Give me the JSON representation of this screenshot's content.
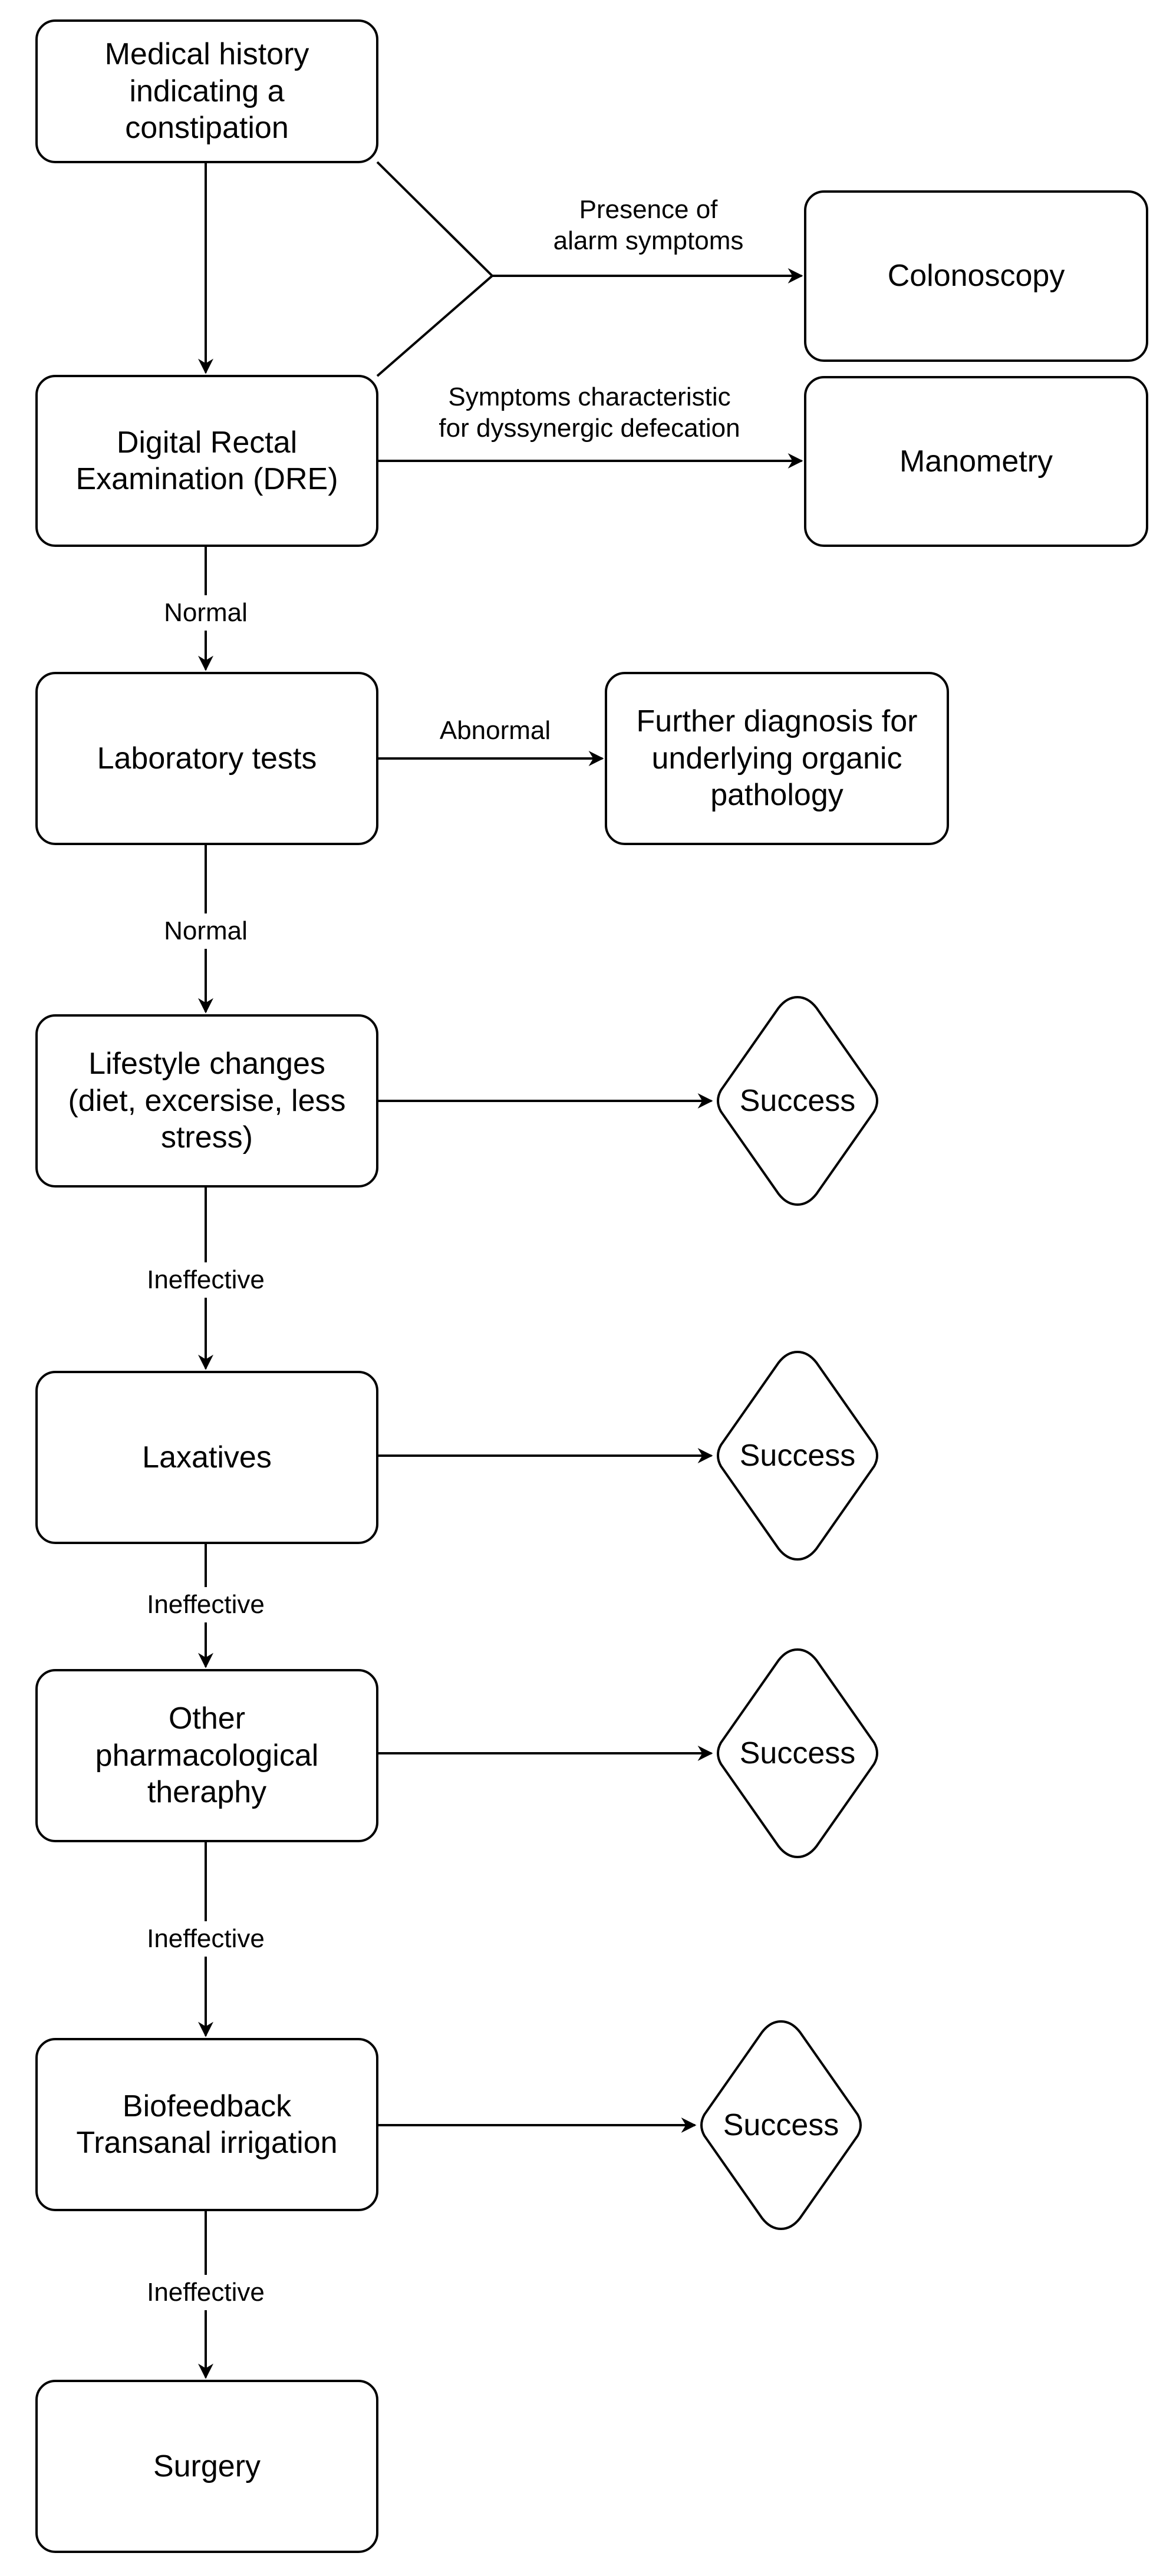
{
  "nodes": {
    "medical_history": "Medical history\nindicating a\nconstipation",
    "colonoscopy": "Colonoscopy",
    "dre": "Digital Rectal\nExamination (DRE)",
    "manometry": "Manometry",
    "lab_tests": "Laboratory tests",
    "further_diagnosis": "Further diagnosis for\nunderlying organic\npathology",
    "lifestyle": "Lifestyle changes\n(diet, excersise, less\nstress)",
    "laxatives": "Laxatives",
    "other_pharma": "Other\npharmacological\ntheraphy",
    "biofeedback": "Biofeedback\nTransanal irrigation",
    "surgery": "Surgery",
    "success_1": "Success",
    "success_2": "Success",
    "success_3": "Success",
    "success_4": "Success"
  },
  "edges": {
    "alarm": "Presence of\nalarm symptoms",
    "dyssynergic": "Symptoms characteristic\nfor dyssynergic defecation",
    "normal_1": "Normal",
    "abnormal": "Abnormal",
    "normal_2": "Normal",
    "ineffective_1": "Ineffective",
    "ineffective_2": "Ineffective",
    "ineffective_3": "Ineffective",
    "ineffective_4": "Ineffective"
  },
  "colors": {
    "stroke": "#000000",
    "fill": "#ffffff"
  }
}
